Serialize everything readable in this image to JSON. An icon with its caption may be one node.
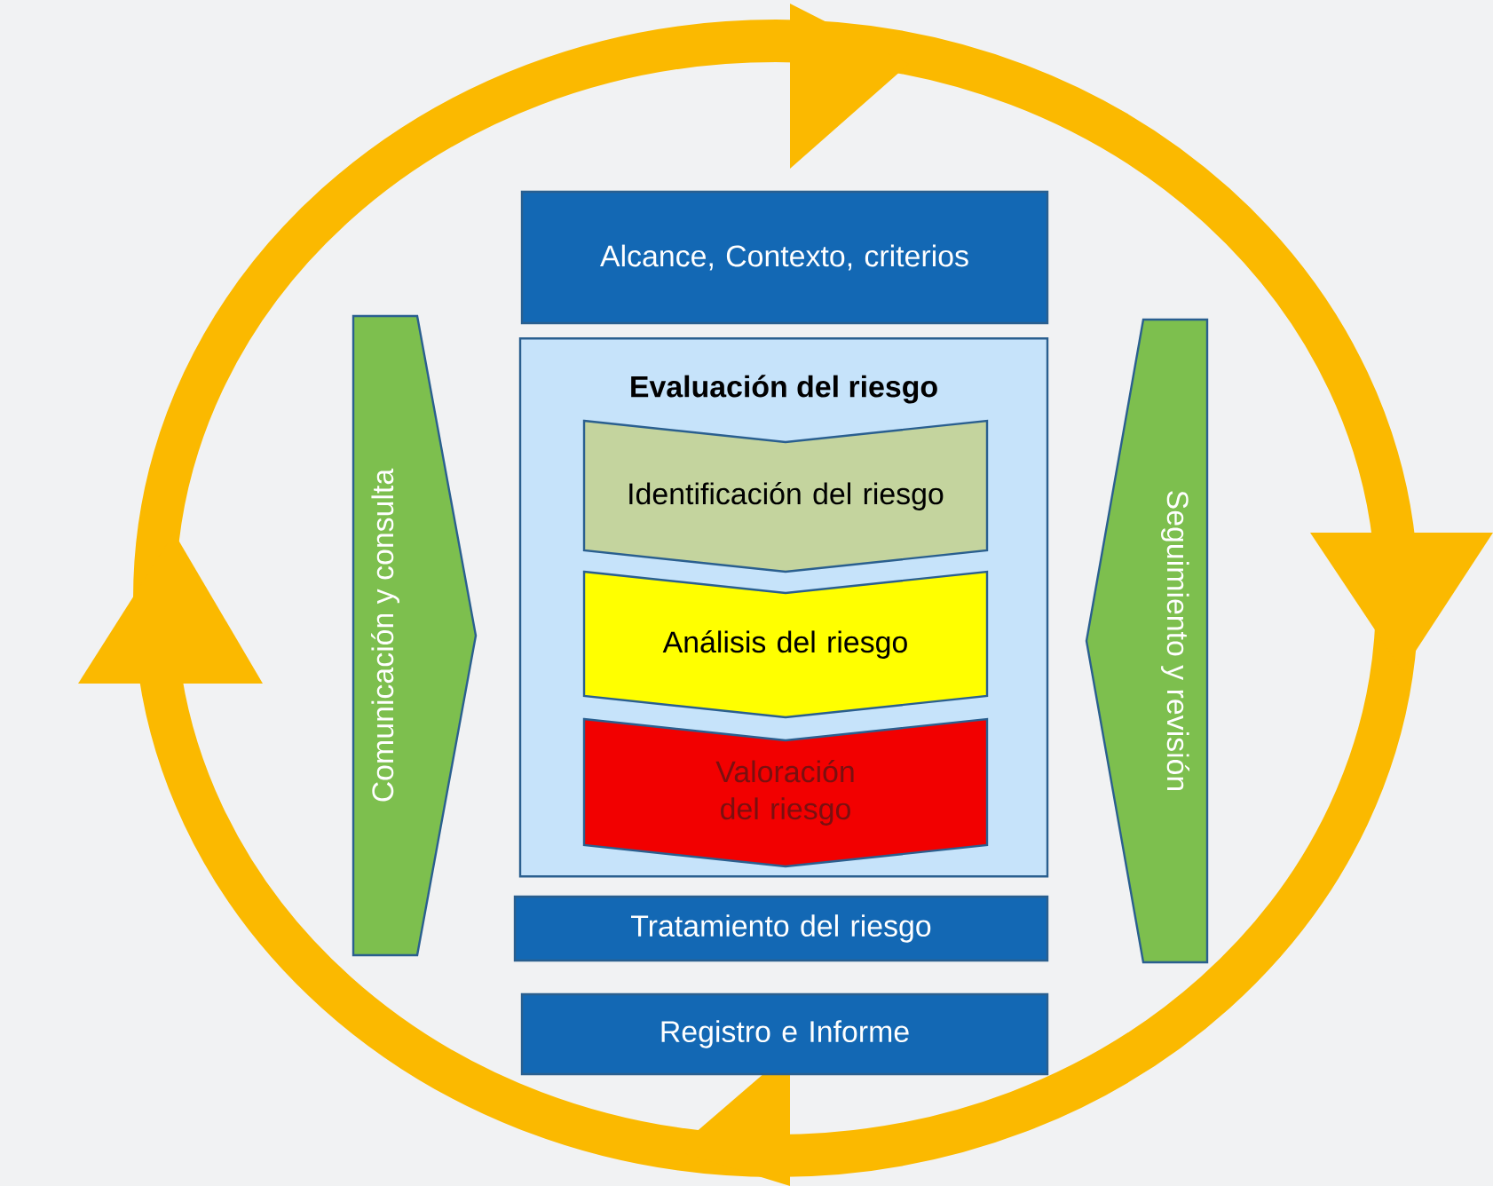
{
  "diagram": {
    "nodes": [
      {
        "text": [
          "Alcance, Contexto, criterios"
        ]
      },
      {
        "text": [
          "Evaluación del riesgo"
        ]
      },
      {
        "text": [
          "Identificación del riesgo"
        ],
        "in": 1
      },
      {
        "text": [
          "Análisis del riesgo"
        ],
        "in": 1
      },
      {
        "text": [
          "Valoración del riesgo"
        ],
        "in": 1
      },
      {
        "text": [
          "Tratamiento del riesgo"
        ]
      },
      {
        "text": [
          "Registro e Informe"
        ]
      },
      {
        "text": [
          "Comunicación y consulta"
        ]
      },
      {
        "text": [
          "Seguimiento y revisión"
        ]
      }
    ]
  }
}
